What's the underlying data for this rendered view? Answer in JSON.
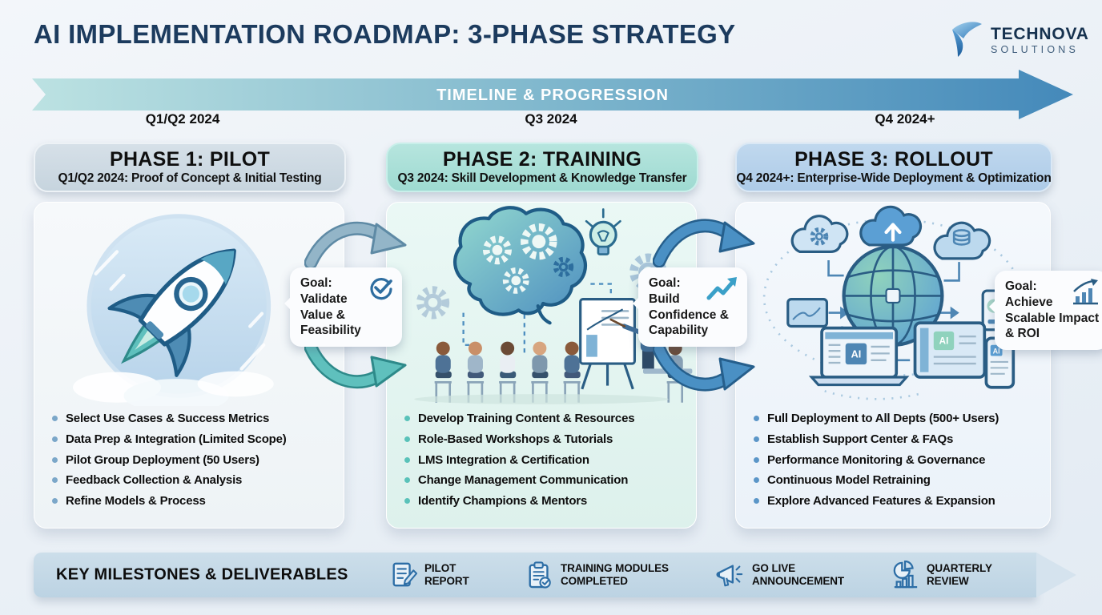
{
  "header": {
    "title": "AI IMPLEMENTATION ROADMAP: 3-PHASE STRATEGY",
    "logo": {
      "name": "TECHNOVA",
      "sub": "SOLUTIONS"
    }
  },
  "timeline": {
    "label": "TIMELINE & PROGRESSION",
    "dates": [
      "Q1/Q2 2024",
      "Q3 2024",
      "Q4 2024+"
    ]
  },
  "phases": [
    {
      "title": "PHASE 1: PILOT",
      "subtitle": "Q1/Q2 2024: Proof of Concept & Initial Testing",
      "illustration": "rocket-launch",
      "bullets": [
        "Select Use Cases & Success Metrics",
        "Data Prep & Integration (Limited Scope)",
        "Pilot Group Deployment (50 Users)",
        "Feedback Collection & Analysis",
        "Refine Models & Process"
      ]
    },
    {
      "title": "PHASE 2: TRAINING",
      "subtitle": "Q3 2024: Skill Development & Knowledge Transfer",
      "illustration": "brain-gears-training-session",
      "bullets": [
        "Develop Training Content & Resources",
        "Role-Based Workshops & Tutorials",
        "LMS Integration & Certification",
        "Change Management Communication",
        "Identify Champions & Mentors"
      ]
    },
    {
      "title": "PHASE 3: ROLLOUT",
      "subtitle": "Q4 2024+: Enterprise-Wide Deployment & Optimization",
      "illustration": "global-network-devices",
      "device_label": "AI",
      "bullets": [
        "Full Deployment to All Depts (500+ Users)",
        "Establish Support Center & FAQs",
        "Performance Monitoring & Governance",
        "Continuous Model Retraining",
        "Explore Advanced Features & Expansion"
      ]
    }
  ],
  "goals": [
    {
      "prefix": "Goal:",
      "text": "Validate Value & Feasibility",
      "icon": "check-circle"
    },
    {
      "prefix": "Goal:",
      "text": "Build Confidence & Capability",
      "icon": "trend-up-arrow"
    },
    {
      "prefix": "Goal:",
      "text": "Achieve Scalable Impact & ROI",
      "icon": "bar-chart-growth"
    }
  ],
  "milestones": {
    "title": "KEY MILESTONES & DELIVERABLES",
    "items": [
      {
        "label": "PILOT REPORT",
        "icon": "document-pencil"
      },
      {
        "label": "TRAINING MODULES COMPLETED",
        "icon": "clipboard-check"
      },
      {
        "label": "GO LIVE ANNOUNCEMENT",
        "icon": "megaphone"
      },
      {
        "label": "QUARTERLY REVIEW",
        "icon": "pie-bar-chart"
      }
    ]
  },
  "colors": {
    "navy": "#1c3b5e",
    "steel_blue": "#4e93c0",
    "teal": "#57b9b5",
    "band_light": "#b9dfe1",
    "milestone_bar": "#c4d9e8",
    "icon_blue": "#2d6ea6"
  }
}
